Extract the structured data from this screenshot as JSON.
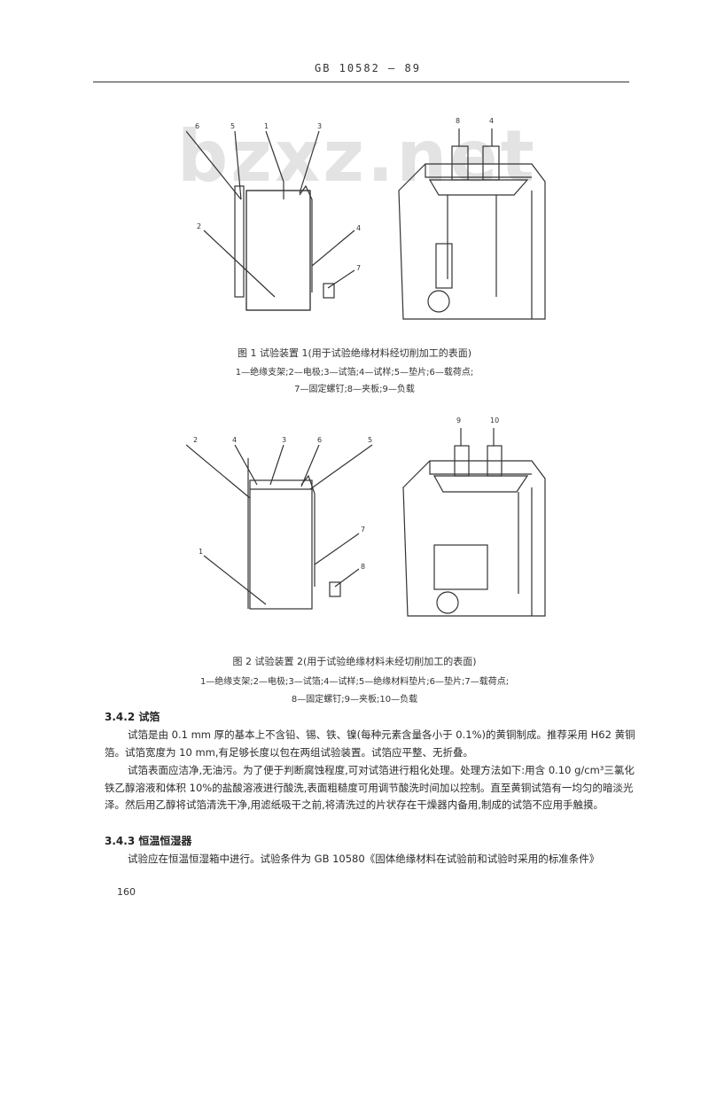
{
  "header": {
    "standard_no": "GB 10582 — 89"
  },
  "watermark": "bzxz.net",
  "figure1": {
    "caption": "图 1   试验装置 1(用于试验绝缘材料经切削加工的表面)",
    "legend_line1": "1—绝缘支架;2—电极;3—试箔;4—试样;5—垫片;6—载荷点;",
    "legend_line2": "7—固定螺钉;8—夹板;9—负载",
    "labels": [
      "6",
      "5",
      "1",
      "3",
      "2",
      "4",
      "7",
      "8",
      "4"
    ]
  },
  "figure2": {
    "caption": "图 2   试验装置 2(用于试验绝缘材料未经切削加工的表面)",
    "legend_line1": "1—绝缘支架;2—电极;3—试箔;4—试样;5—绝缘材料垫片;6—垫片;7—载荷点;",
    "legend_line2": "8—固定螺钉;9—夹板;10—负载",
    "labels": [
      "2",
      "4",
      "3",
      "6",
      "5",
      "1",
      "7",
      "8",
      "9",
      "10"
    ]
  },
  "section_342": {
    "heading": "3.4.2   试箔",
    "para1": "试箔是由 0.1 mm 厚的基本上不含铅、锡、铁、镍(每种元素含量各小于 0.1%)的黄铜制成。推荐采用 H62 黄铜箔。试箔宽度为 10 mm,有足够长度以包在两组试验装置。试箔应平整、无折叠。",
    "para2": "试箔表面应洁净,无油污。为了便于判断腐蚀程度,可对试箔进行粗化处理。处理方法如下:用含 0.10 g/cm³三氯化铁乙醇溶液和体积 10%的盐酸溶液进行酸洗,表面粗糙度可用调节酸洗时间加以控制。直至黄铜试箔有一均匀的暗淡光泽。然后用乙醇将试箔清洗干净,用滤纸吸干之前,将清洗过的片状存在干燥器内备用,制成的试箔不应用手触摸。"
  },
  "section_343": {
    "heading": "3.4.3   恒温恒湿器",
    "para1": "试验应在恒温恒湿箱中进行。试验条件为 GB 10580《固体绝缘材料在试验前和试验时采用的标准条件》"
  },
  "page_number": "160"
}
